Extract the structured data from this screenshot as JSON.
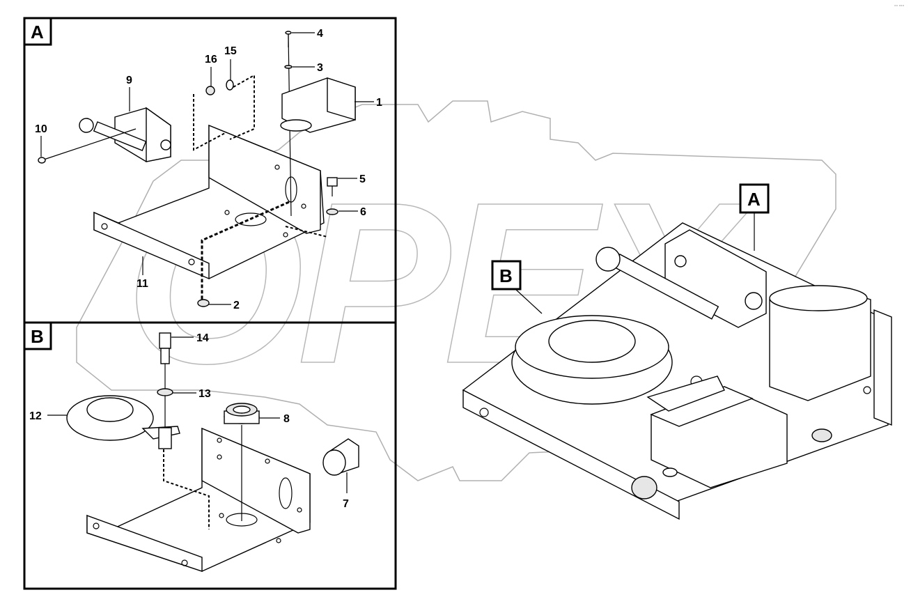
{
  "corner_mark": "°° °°°",
  "watermark_text": "OPEX",
  "panel_a": {
    "label": "A",
    "callouts": [
      "1",
      "2",
      "3",
      "4",
      "5",
      "6",
      "9",
      "10",
      "11",
      "15",
      "16"
    ]
  },
  "panel_b": {
    "label": "B",
    "callouts": [
      "7",
      "8",
      "12",
      "13",
      "14"
    ]
  },
  "assembly": {
    "label_a": "A",
    "label_b": "B"
  }
}
